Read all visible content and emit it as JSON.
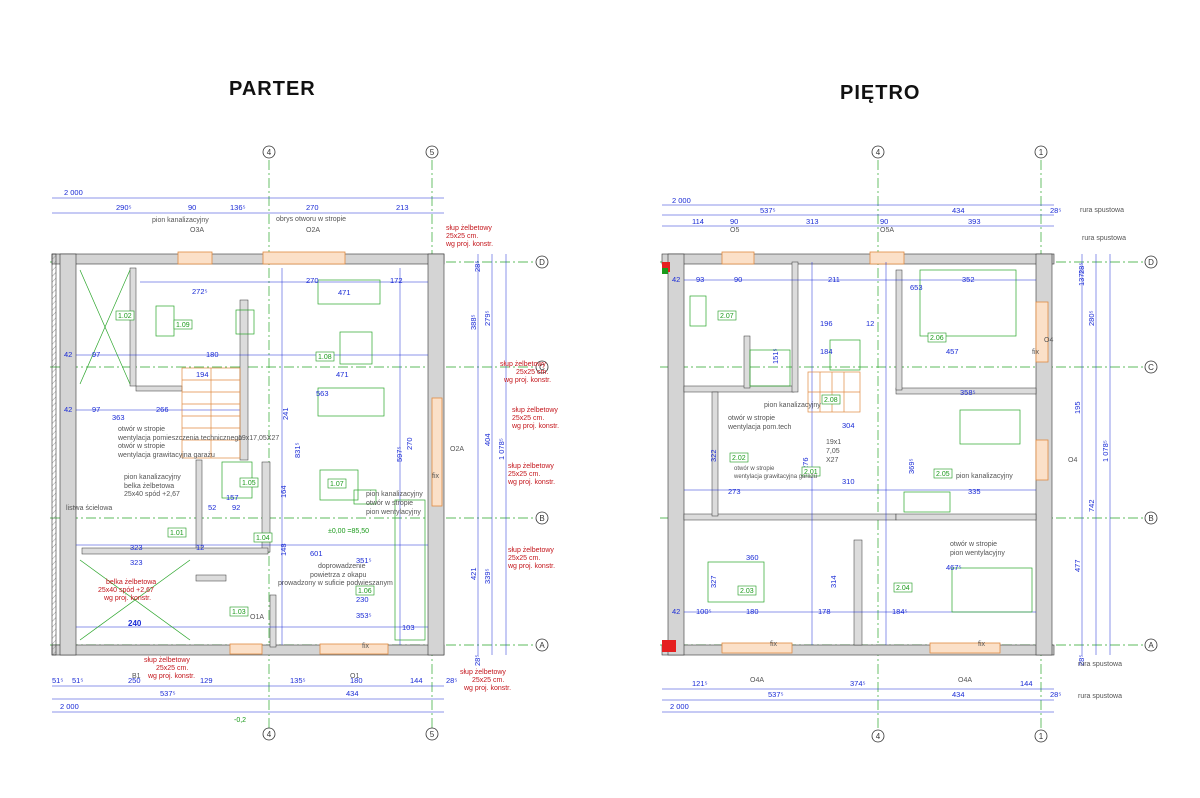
{
  "titles": {
    "left": "PARTER",
    "right": "PIĘTRO"
  },
  "colors": {
    "wall": "#cfcfcf",
    "dimension": "#1a2bd6",
    "room": "#1a9a1a",
    "axis": "#2aa52a",
    "structural": "#c4161c",
    "window": "#f0a060"
  },
  "parter": {
    "axes_top": [
      "4",
      "5"
    ],
    "axes_right": [
      "D",
      "C",
      "B",
      "A"
    ],
    "dims_top": [
      "2 000",
      "290⁵",
      "90",
      "136⁵",
      "270",
      "213"
    ],
    "dims_bottom": [
      "51⁵",
      "51⁵",
      "250",
      "129",
      "135⁵",
      "180",
      "144",
      "28⁵",
      "537⁵",
      "434",
      "2 000"
    ],
    "dims_right": [
      "28⁵",
      "388⁵",
      "279⁵",
      "404",
      "1 078⁵",
      "421",
      "339⁵",
      "28⁵"
    ],
    "rooms": [
      "1.02",
      "1.09",
      "1.08",
      "1.07",
      "1.05",
      "1.04",
      "1.01",
      "1.06",
      "1.03"
    ],
    "notes": {
      "pion_kan": "pion kanalizacyjny",
      "obrys": "obrys otworu w stropie",
      "otwor1": "otwór w stropie",
      "otwor1b": "wentylacja pomieszczenia technicznego",
      "otwor2": "otwór w stropie",
      "otwor2b": "wentylacja grawitacyjna garażu",
      "pion_kan2": "pion kanalizacyjny",
      "belka": "belka żelbetowa",
      "belka_b": "25x40  spód +2,67",
      "listwa": "listwa ścielowa",
      "schody": "19x17,05X27",
      "pion_kan3": "pion kanalizacyjny",
      "otw_strop": "otwór w stropie",
      "pion_went": "pion wentylacyjny",
      "level": "±0,00 =85,50",
      "doprow": "doprowadzenie",
      "powietrza": "powietrza z okapu",
      "sufit": "prowadzony w suficie podwieszanym",
      "fix": "fix",
      "num240": "240",
      "level2": "-0,2",
      "window_labels": [
        "O3A",
        "O2A",
        "O2A",
        "O1A",
        "O1",
        "B1"
      ]
    },
    "red_notes": [
      [
        "słup żelbetowy",
        "25x25 cm.",
        "wg proj. konstr."
      ],
      [
        "słup żelbetowy",
        "25x25 cm.",
        "wg proj. konstr."
      ],
      [
        "słup żelbetowy",
        "25x25 cm.",
        "wg proj. konstr."
      ],
      [
        "słup żelbetowy",
        "25x25 cm.",
        "wg proj. konstr."
      ],
      [
        "słup żelbetowy",
        "25x25 cm.",
        "wg proj. konstr."
      ],
      [
        "słup żelbetowy",
        "25x25 cm.",
        "wg proj. konstr."
      ],
      [
        "słup żelbetowy",
        "25x25 cm.",
        "wg proj. konstr."
      ]
    ],
    "belka_red": [
      "belka żelbetowa",
      "25x40  spód +2,67",
      "wg proj. konstr."
    ],
    "inner_dims": [
      "471",
      "563",
      "601",
      "323",
      "363",
      "266",
      "194",
      "272⁵",
      "180",
      "172",
      "270",
      "351⁵",
      "230",
      "353⁵",
      "103",
      "97",
      "42",
      "157",
      "92",
      "52",
      "12",
      "831⁵",
      "597⁵",
      "241",
      "164",
      "148",
      "270"
    ]
  },
  "pietro": {
    "axes_top": [
      "4",
      "1"
    ],
    "axes_right": [
      "D",
      "C",
      "B",
      "A"
    ],
    "dims_top": [
      "2 000",
      "537⁵",
      "434",
      "28⁵",
      "114",
      "90",
      "313",
      "90",
      "393"
    ],
    "dims_bottom": [
      "121⁵",
      "374⁵",
      "144",
      "537⁵",
      "434",
      "28⁵",
      "2 000"
    ],
    "dims_right": [
      "28⁵",
      "137⁵",
      "280⁵",
      "195",
      "1 078⁵",
      "742",
      "477",
      "28⁵"
    ],
    "rooms": [
      "2.07",
      "2.06",
      "2.08",
      "2.02",
      "2.01",
      "2.05",
      "2.03",
      "2.04"
    ],
    "notes": {
      "rura1": "rura spustowa",
      "rura2": "rura spustowa",
      "rura3": "rura spustowa",
      "rura4": "rura spustowa",
      "pion_kan": "pion kanalizacyjny",
      "otwor": "otwór w stropie",
      "otwor_b": "wentylacja pom.tech",
      "otwor2": "otwór w stropie",
      "otwor2b": "wentylacja grawitacyjna garażu",
      "pion_kan2": "pion kanalizacyjny",
      "pion_went_a": "otwór w stropie",
      "pion_went": "pion wentylacyjny",
      "schody": "19x1",
      "schody2": "7,05",
      "schody3": "X27",
      "fix": "fix",
      "window_labels": [
        "O5",
        "O5A",
        "O4",
        "O4",
        "O4A",
        "O4A"
      ]
    },
    "inner_dims": [
      "653",
      "352",
      "457",
      "358⁵",
      "304",
      "184",
      "196",
      "273",
      "310",
      "360",
      "467⁵",
      "335",
      "180",
      "178",
      "184⁵",
      "100⁵",
      "42",
      "93",
      "90",
      "211",
      "12",
      "369⁵",
      "322",
      "327",
      "314",
      "276",
      "151⁵"
    ]
  }
}
